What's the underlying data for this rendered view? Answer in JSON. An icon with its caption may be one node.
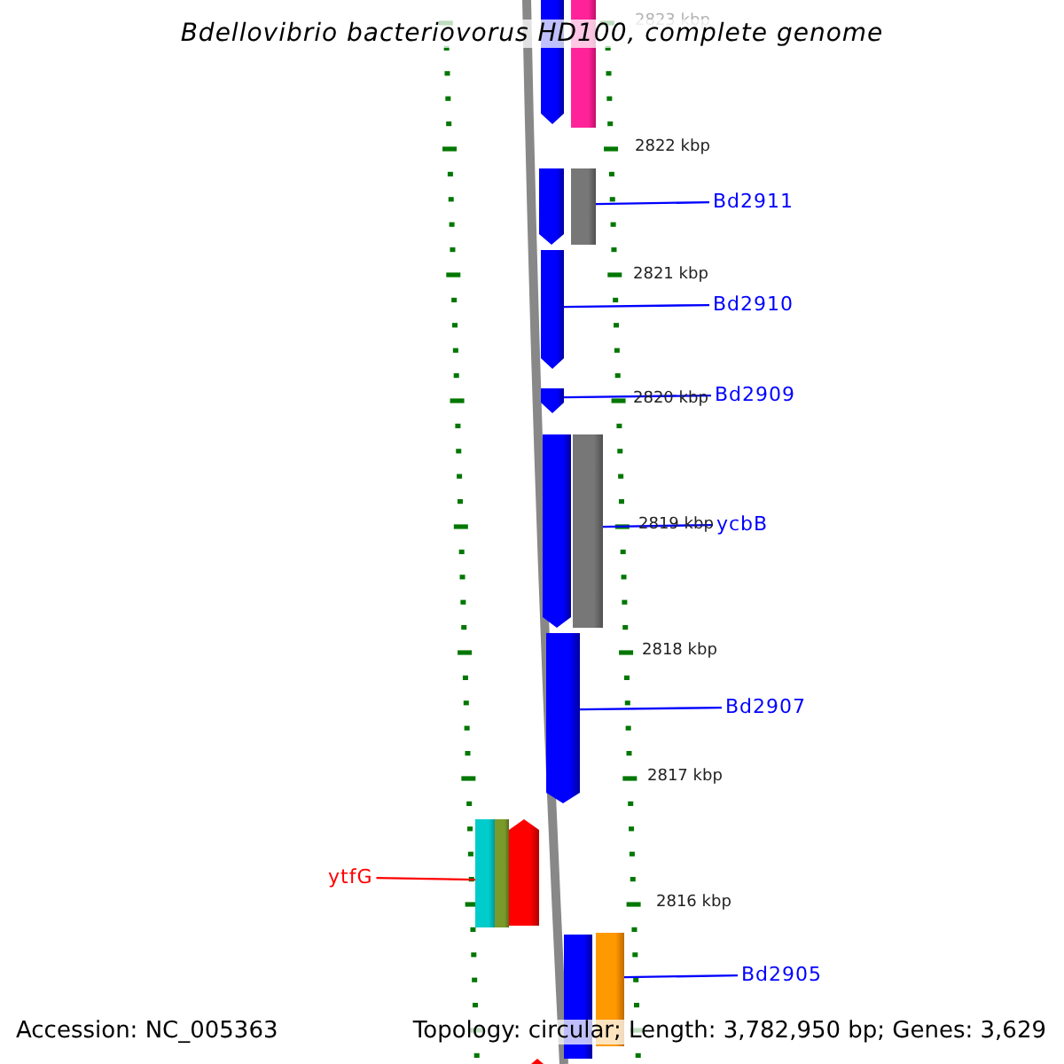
{
  "diagram": {
    "title": "Bdellovibrio bacteriovorus HD100, complete genome",
    "nodes": [
      {
        "text": [
          "Bd2911"
        ]
      },
      {
        "text": [],
        "shape": "bar"
      },
      {
        "text": [
          "Bd2910"
        ]
      },
      {
        "text": [],
        "shape": "bar"
      },
      {
        "text": [
          "Bd2909"
        ]
      },
      {
        "text": [],
        "shape": "bar"
      },
      {
        "text": [
          "ycbB"
        ]
      },
      {
        "text": [],
        "shape": "bar"
      },
      {
        "text": [
          "Bd2907"
        ]
      },
      {
        "text": [],
        "shape": "bar"
      },
      {
        "text": [
          "ytfG"
        ]
      },
      {
        "text": [],
        "shape": "bar"
      },
      {
        "text": [
          "Bd2905"
        ]
      },
      {
        "text": [],
        "shape": "bar"
      },
      {
        "text": [],
        "shape": "bar"
      },
      {
        "text": [],
        "shape": "bar"
      },
      {
        "text": [],
        "shape": "bar"
      },
      {
        "text": [],
        "shape": "bar"
      },
      {
        "text": [],
        "shape": "bar"
      },
      {
        "text": [],
        "shape": "bar"
      },
      {
        "text": [],
        "shape": "bar"
      }
    ],
    "edges": [
      {
        "from": 0,
        "to": 1,
        "arrow": "none"
      },
      {
        "from": 2,
        "to": 3,
        "arrow": "none"
      },
      {
        "from": 4,
        "to": 5,
        "arrow": "none"
      },
      {
        "from": 6,
        "to": 7,
        "arrow": "none"
      },
      {
        "from": 8,
        "to": 9,
        "arrow": "none"
      },
      {
        "from": 10,
        "to": 11,
        "arrow": "none",
        "color": "#ff0000"
      },
      {
        "from": 12,
        "to": 13,
        "arrow": "none"
      }
    ],
    "labels": [
      "2823 kbp",
      "2822 kbp",
      "2821 kbp",
      "2820 kbp",
      "2819 kbp",
      "2818 kbp",
      "2817 kbp",
      "2816 kbp",
      "Accession: NC_005363",
      "Topology: circular; Length: 3,782,950 bp; Genes: 3,629"
    ]
  }
}
